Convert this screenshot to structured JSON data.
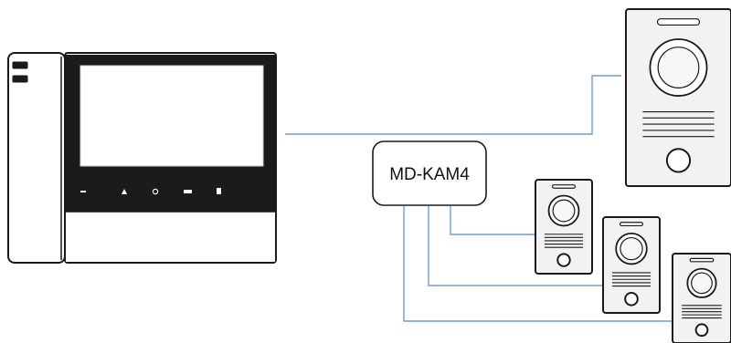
{
  "switch_box": {
    "label": "MD-KAM4"
  },
  "devices": {
    "monitor": {
      "icon": "indoor-video-monitor"
    },
    "main_panel": {
      "icon": "outdoor-call-panel"
    },
    "panels": [
      {
        "icon": "outdoor-call-panel"
      },
      {
        "icon": "outdoor-call-panel"
      },
      {
        "icon": "outdoor-call-panel"
      }
    ]
  },
  "colors": {
    "wire": "#6a9fd0",
    "outline": "#1a1a1a",
    "panel_body": "#f2f2f2"
  }
}
